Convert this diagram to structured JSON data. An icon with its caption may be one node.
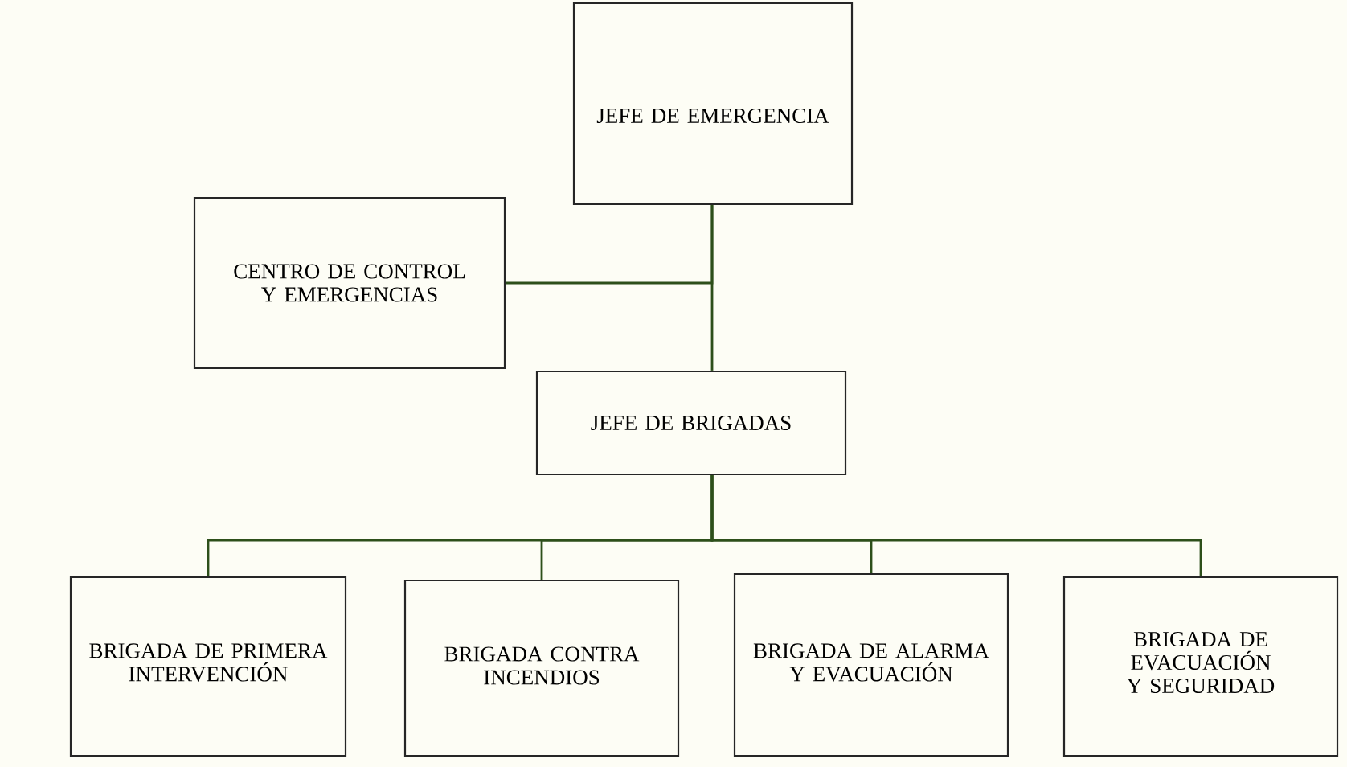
{
  "diagram": {
    "nodes": [
      {
        "text": [
          "JEFE DE EMERGENCIA"
        ]
      },
      {
        "text": [
          "CENTRO DE CONTROL Y EMERGENCIAS"
        ]
      },
      {
        "text": [
          "JEFE DE BRIGADAS"
        ]
      },
      {
        "text": [
          "BRIGADA DE PRIMERA INTERVENCIÓN"
        ]
      },
      {
        "text": [
          "BRIGADA CONTRA INCENDIOS"
        ]
      },
      {
        "text": [
          "BRIGADA DE ALARMA Y EVACUACIÓN"
        ]
      },
      {
        "text": [
          "BRIGADA DE EVACUACIÓN Y SEGURIDAD"
        ]
      }
    ],
    "edges": [
      {
        "from": 0,
        "to": 2,
        "arrow": "none"
      },
      {
        "from": 1,
        "to": 0,
        "arrow": "none"
      },
      {
        "from": 2,
        "to": 3,
        "arrow": "none"
      },
      {
        "from": 2,
        "to": 4,
        "arrow": "none"
      },
      {
        "from": 2,
        "to": 5,
        "arrow": "none"
      },
      {
        "from": 2,
        "to": 6,
        "arrow": "none"
      }
    ]
  }
}
